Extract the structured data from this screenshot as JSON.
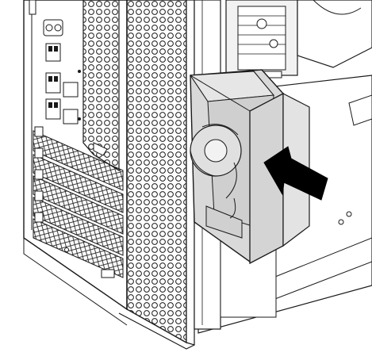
{
  "diagram": {
    "subject": "tower-chassis-fan-installation",
    "action": "push-fan-into-chassis",
    "callout_arrow": {
      "icon": "push-arrow-icon",
      "direction": "left-down",
      "color": "#000000"
    },
    "colors": {
      "line": "#1a1a1a",
      "panel_fill": "#ffffff",
      "fan_fill": "#d9d9d9",
      "fan_shadow": "#c6c6c6",
      "chassis_inner": "#eeeeee"
    }
  }
}
